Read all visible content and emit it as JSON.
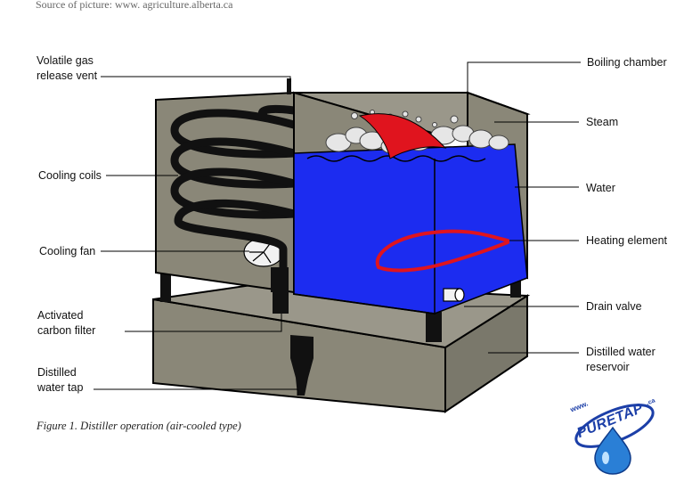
{
  "source": "Source of picture: www. agriculture.alberta.ca",
  "labels": {
    "vent_1": "Volatile gas",
    "vent_2": "release vent",
    "cooling_coils": "Cooling coils",
    "cooling_fan": "Cooling fan",
    "carbon_1": "Activated",
    "carbon_2": "carbon filter",
    "tap_1": "Distilled",
    "tap_2": "water tap",
    "boiling_chamber": "Boiling chamber",
    "steam": "Steam",
    "water": "Water",
    "heating_element": "Heating element",
    "drain_valve": "Drain valve",
    "reservoir_1": "Distilled water",
    "reservoir_2": "reservoir"
  },
  "caption": "Figure 1. Distiller operation (air-cooled type)",
  "logo": {
    "top_text": "www.",
    "brand": "PURETAP",
    "suffix": ".ca"
  },
  "colors": {
    "housing": "#8a8778",
    "housing_dark": "#6f6d60",
    "water": "#1c2cf0",
    "heating_element": "#e0141e",
    "coil": "#111111",
    "logo_blue": "#1c3fa8"
  }
}
